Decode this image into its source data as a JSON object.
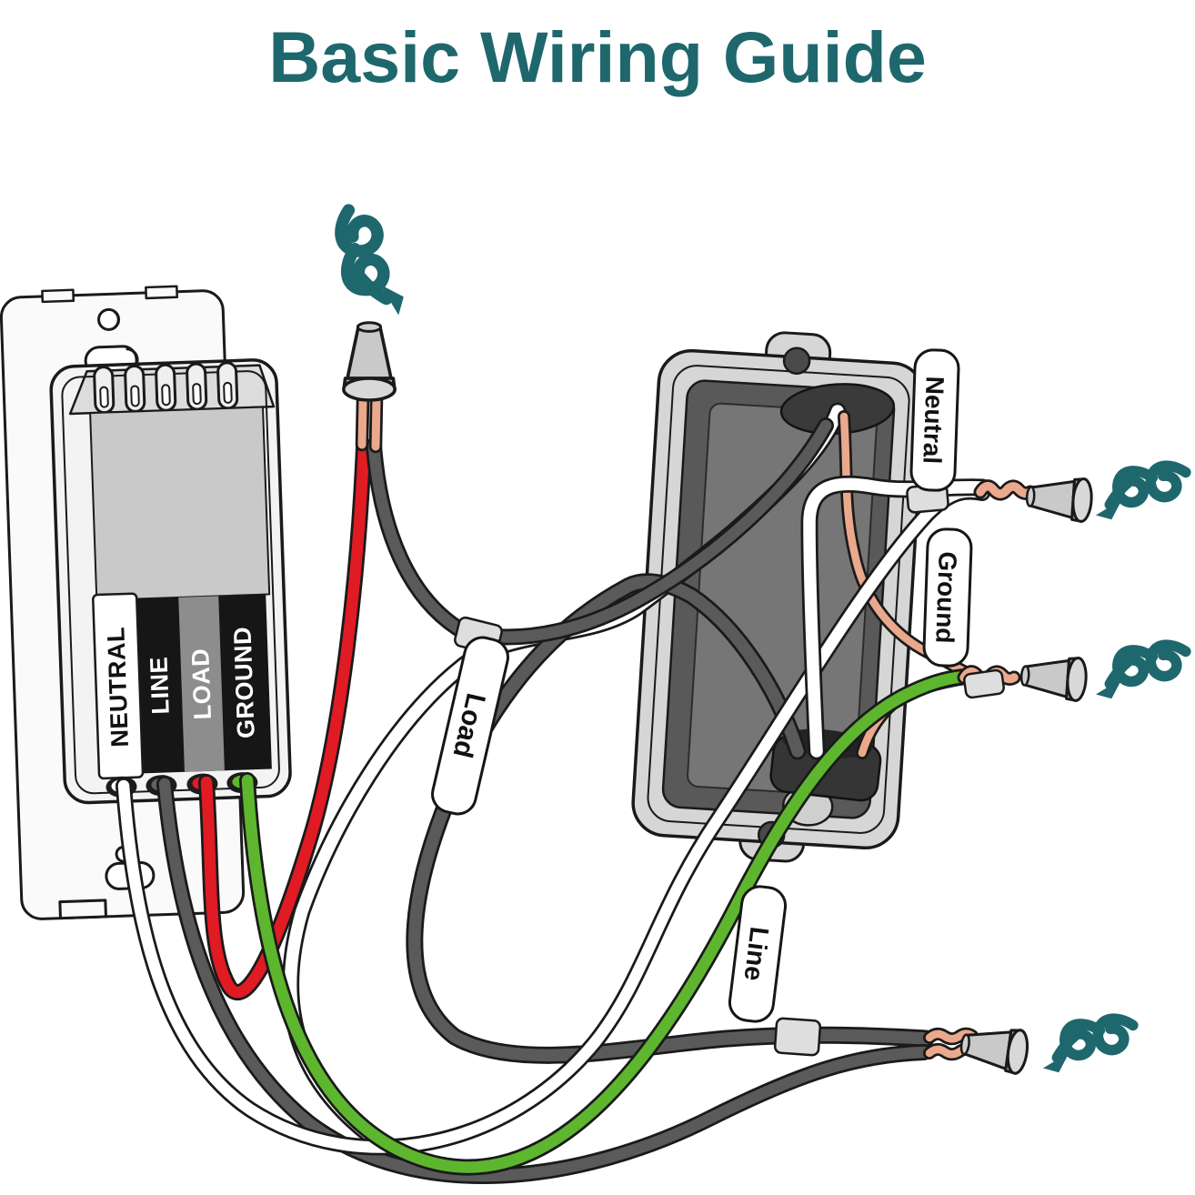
{
  "title": "Basic Wiring Guide",
  "colors": {
    "teal": "#1e676d",
    "red_wire": "#e01b24",
    "green_wire": "#5db62e",
    "copper": "#eaa98c",
    "dark_wire": "#5a5a5a",
    "white_wire": "#ffffff",
    "strip_gray": "#8d8d8d"
  },
  "smart_switch": {
    "labels": [
      {
        "text": "NEUTRAL"
      },
      {
        "text": "LINE"
      },
      {
        "text": "LOAD"
      },
      {
        "text": "GROUND"
      }
    ]
  },
  "tags": {
    "load": "Load",
    "neutral": "Neutral",
    "ground": "Ground",
    "line": "Line"
  },
  "icons": {
    "twist_arrow": "spiral-twist-direction-arrow",
    "wire_nut": "wire-nut-connector"
  }
}
